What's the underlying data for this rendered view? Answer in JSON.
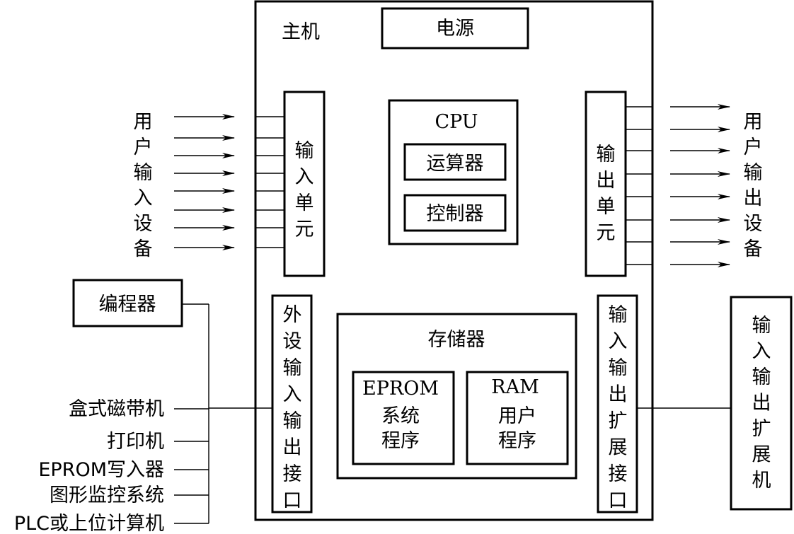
{
  "host": {
    "label": "主机"
  },
  "power": {
    "label": "电源"
  },
  "cpu": {
    "label": "CPU",
    "alu": "运算器",
    "controller": "控制器"
  },
  "input_unit": {
    "chars": [
      "输",
      "入",
      "单",
      "元"
    ]
  },
  "output_unit": {
    "chars": [
      "输",
      "出",
      "单",
      "元"
    ]
  },
  "user_input_device": {
    "chars": [
      "用",
      "户",
      "输",
      "入",
      "设",
      "备"
    ]
  },
  "user_output_device": {
    "chars": [
      "用",
      "户",
      "输",
      "出",
      "设",
      "备"
    ]
  },
  "programmer": {
    "label": "编程器"
  },
  "peripherals": [
    "盒式磁带机",
    "打印机",
    "EPROM写入器",
    "图形监控系统",
    "PLC或上位计算机"
  ],
  "peripheral_interface": {
    "chars": [
      "外",
      "设",
      "输",
      "入",
      "输",
      "出",
      "接",
      "口"
    ]
  },
  "memory": {
    "label": "存储器",
    "eprom": {
      "title": "EPROM",
      "line1": "系统",
      "line2": "程序"
    },
    "ram": {
      "title": "RAM",
      "line1": "用户",
      "line2": "程序"
    }
  },
  "io_expansion_interface": {
    "chars": [
      "输",
      "入",
      "输",
      "出",
      "扩",
      "展",
      "接",
      "口"
    ]
  },
  "io_expansion_unit": {
    "chars": [
      "输",
      "入",
      "输",
      "出",
      "扩",
      "展",
      "机"
    ]
  }
}
